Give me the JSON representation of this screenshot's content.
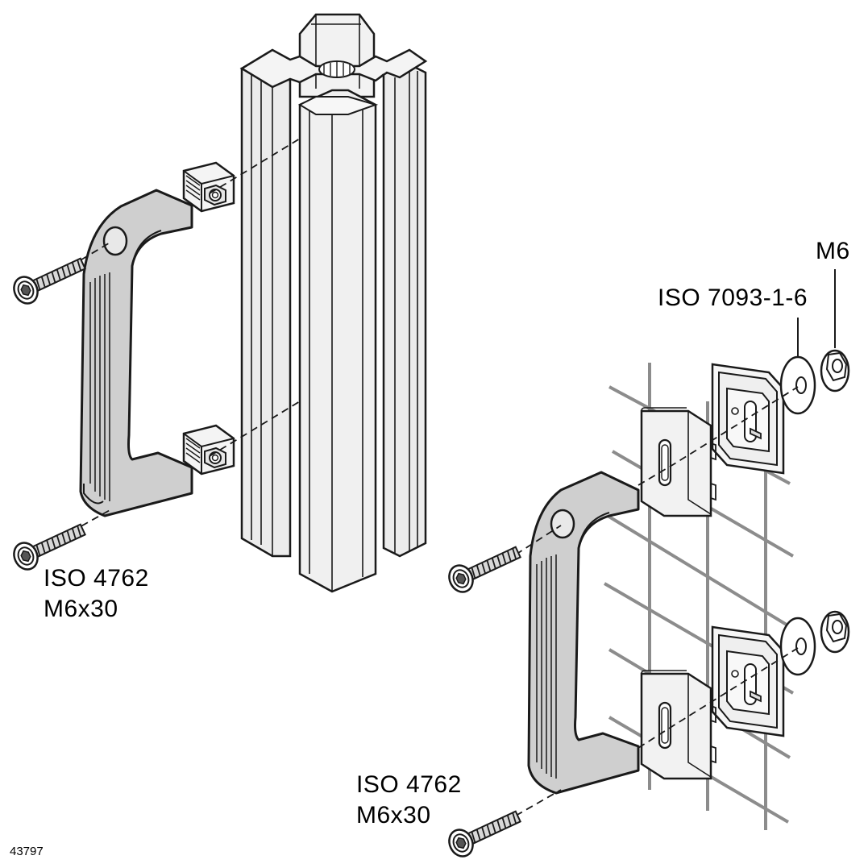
{
  "figure_number": "43797",
  "colors": {
    "line": "#1a1a1a",
    "handle_fill": "#cfcfcf",
    "profile_fill": "#ececec",
    "mesh_line": "#8c8c8c",
    "part_fill": "#e2e2e2"
  },
  "labels": {
    "left_screw_std": "ISO 4762",
    "left_screw_size": "M6x30",
    "right_screw_std": "ISO 4762",
    "right_screw_size": "M6x30",
    "washer_std": "ISO 7093-1-6",
    "nut_size": "M6"
  },
  "icons": {
    "profile": "aluminium-profile-icon",
    "handle": "handle-icon",
    "screw": "cap-screw-icon",
    "t_nut": "t-slot-nut-icon",
    "mesh": "wire-mesh-icon",
    "plate": "mesh-clamp-plate-icon",
    "washer": "washer-icon",
    "nut": "hex-nut-icon"
  }
}
